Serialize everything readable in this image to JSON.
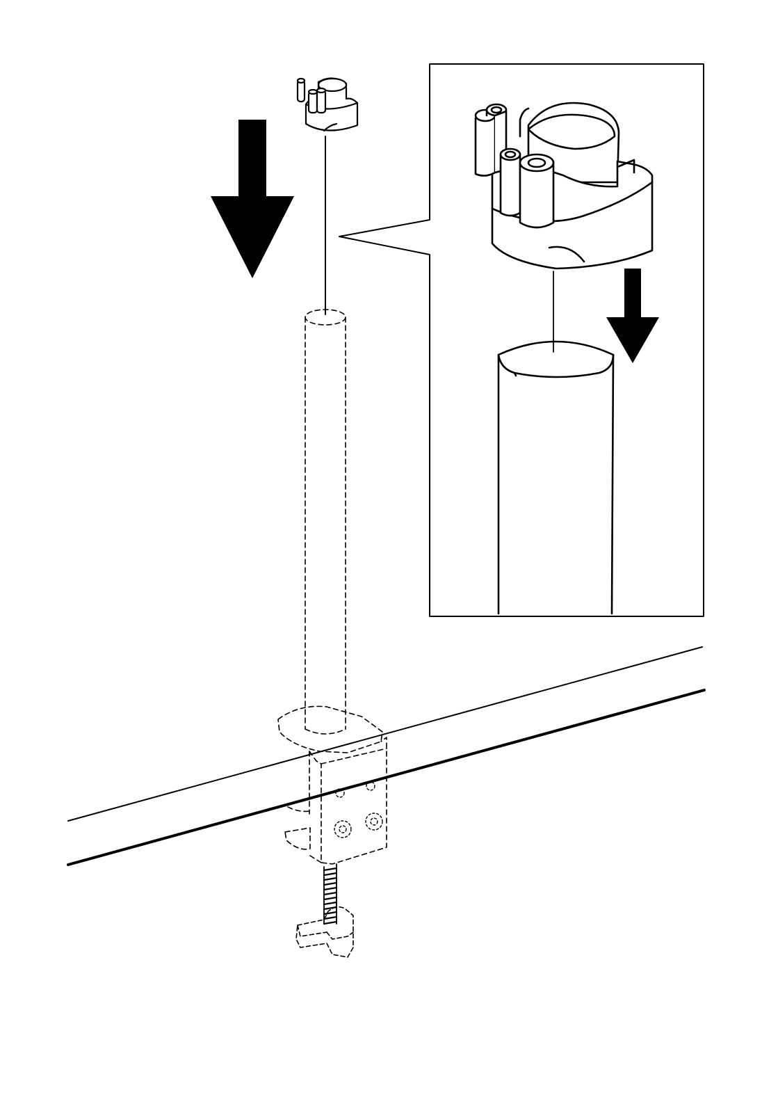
{
  "page": {
    "kind": "assembly-instruction-step",
    "background_color": "#ffffff",
    "line_color": "#000000"
  },
  "figure": {
    "main_view": {
      "parts": [
        "cable-clip",
        "pole",
        "desk-clamp",
        "desk-edge",
        "clamp-screw",
        "clamp-knob"
      ],
      "direction": "down"
    },
    "detail_view": {
      "parts": [
        "cable-clip-enlarged",
        "pole-top-enlarged"
      ],
      "direction": "down"
    }
  }
}
